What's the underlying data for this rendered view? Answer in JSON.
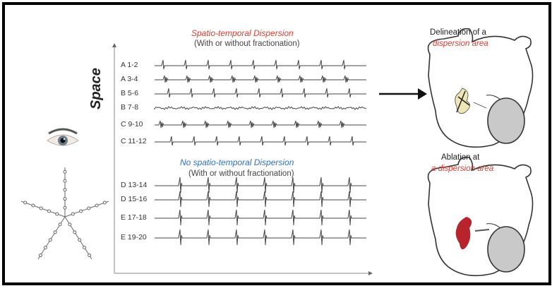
{
  "axis": {
    "y_label": "Space"
  },
  "groups": [
    {
      "title": "Spatio-temporal Dispersion",
      "subtitle": "(With or without fractionation)",
      "title_color": "#e53a2f"
    },
    {
      "title": "No spatio-temporal Dispersion",
      "subtitle": "(With or without fractionation)",
      "title_color": "#2f6fc6"
    }
  ],
  "channels": [
    {
      "label": "A 1-2",
      "pattern": "spike"
    },
    {
      "label": "A 3-4",
      "pattern": "fractionated"
    },
    {
      "label": "B 5-6",
      "pattern": "spike"
    },
    {
      "label": "B 7-8",
      "pattern": "noise"
    },
    {
      "label": "C 9-10",
      "pattern": "fractionated"
    },
    {
      "label": "C 11-12",
      "pattern": "spike"
    },
    {
      "label": "D 13-14",
      "pattern": "sync"
    },
    {
      "label": "D 15-16",
      "pattern": "sync"
    },
    {
      "label": "E 17-18",
      "pattern": "sync"
    },
    {
      "label": "E 19-20",
      "pattern": "sync"
    }
  ],
  "right_panel": {
    "top_caption_line1": "Delineation of a",
    "top_caption_line2": "dispersion area",
    "bottom_caption_line1": "Ablation at",
    "bottom_caption_line2": "a dispersion area"
  },
  "colors": {
    "accent_red": "#e53a2f",
    "accent_blue": "#2f6fc6",
    "ablation_red": "#b8242c",
    "dispersion_fill": "#efe6b8"
  },
  "icons": [
    "eye-icon",
    "star-catheter-icon",
    "arrow-right-icon",
    "left-atrium-icon"
  ]
}
